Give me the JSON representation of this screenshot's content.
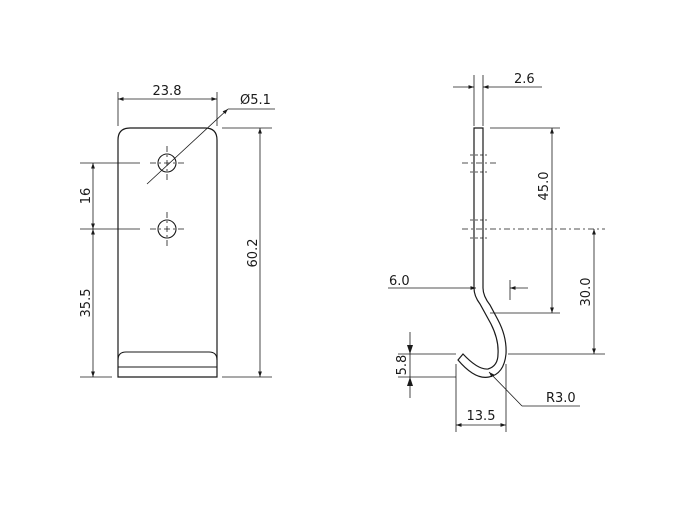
{
  "front_view": {
    "width_label": "23.8",
    "hole_dia_label": "Ø5.1",
    "hole_spacing_label": "16",
    "hole_to_bottom_label": "35.5",
    "height_label": "60.2"
  },
  "side_view": {
    "thickness_label": "2.6",
    "upper_length_label": "45.0",
    "hook_height_label": "30.0",
    "offset_label": "6.0",
    "tip_height_label": "5.8",
    "hook_width_label": "13.5",
    "radius_label": "R3.0"
  }
}
